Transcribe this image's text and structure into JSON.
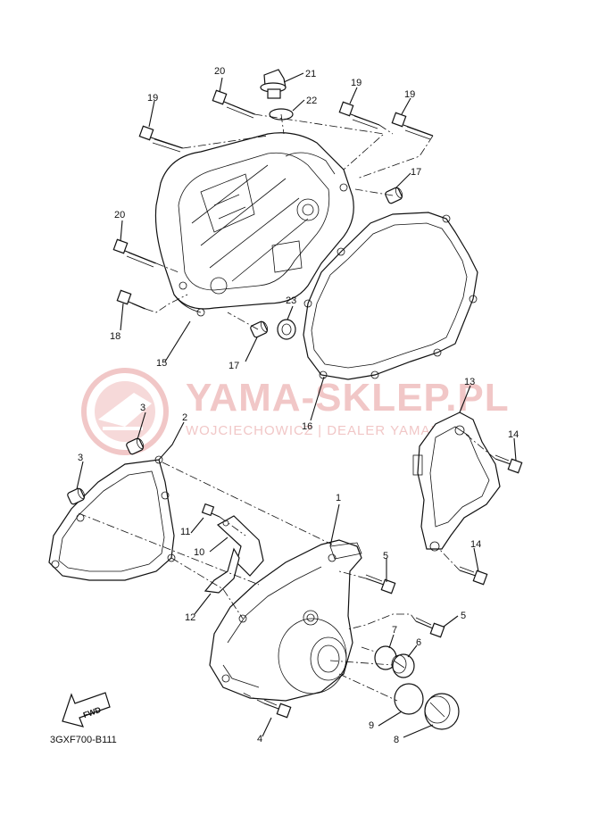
{
  "diagram": {
    "code": "3GXF700-B111",
    "fwd_label": "FWD",
    "watermark": {
      "brand": "YAMA-SKLEP.PL",
      "subtitle": "WOJCIECHOWICZ | DEALER YAMAHA"
    },
    "callouts": {
      "c1": "1",
      "c2": "2",
      "c3a": "3",
      "c3b": "3",
      "c4": "4",
      "c5a": "5",
      "c5b": "5",
      "c6": "6",
      "c7": "7",
      "c8": "8",
      "c9": "9",
      "c10": "10",
      "c11": "11",
      "c12": "12",
      "c13": "13",
      "c14a": "14",
      "c14b": "14",
      "c15": "15",
      "c16": "16",
      "c17a": "17",
      "c17b": "17",
      "c18": "18",
      "c19a": "19",
      "c19b": "19",
      "c19c": "19",
      "c20a": "20",
      "c20b": "20",
      "c21": "21",
      "c22": "22",
      "c23": "23"
    }
  }
}
